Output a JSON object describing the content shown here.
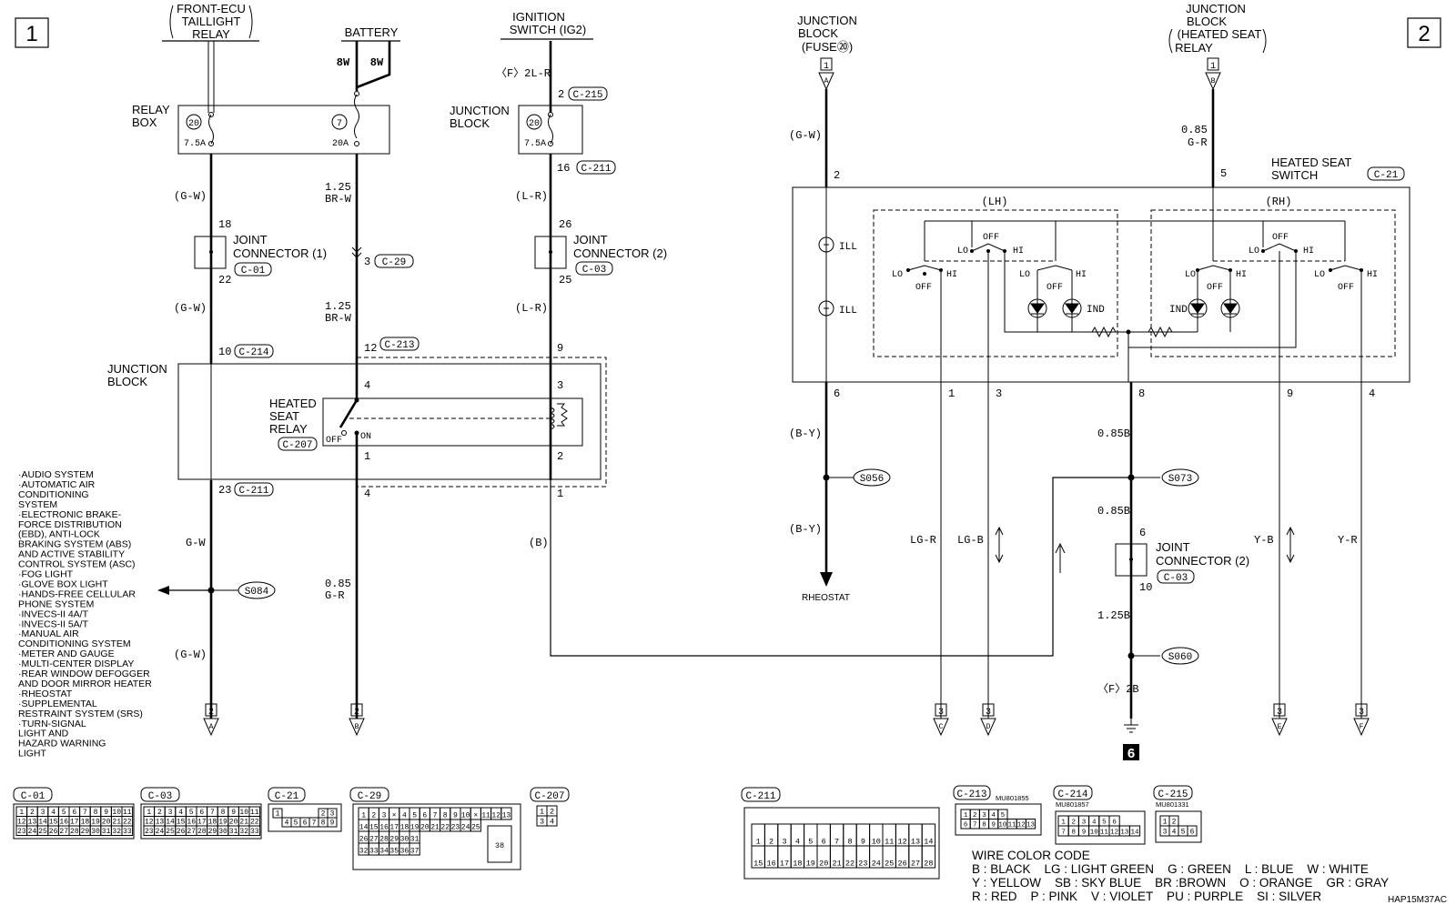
{
  "page": {
    "section_left": "1",
    "section_right": "2",
    "doc_code": "HAP15M37AC"
  },
  "left": {
    "front_ecu": [
      "FRONT-ECU",
      "TAILLIGHT",
      "RELAY"
    ],
    "battery": "BATTERY",
    "battery_wires": [
      "8W",
      "8W"
    ],
    "ignition": [
      "IGNITION",
      "SWITCH (IG2)"
    ],
    "f_2lr": "〈F〉2L-R",
    "relay_box": [
      "RELAY",
      "BOX"
    ],
    "fuse20": "20",
    "fuse20_amp": "7.5A",
    "fuse7": "7",
    "fuse7_amp": "20A",
    "jb_top": [
      "JUNCTION",
      "BLOCK"
    ],
    "jb_fuse": "20",
    "jb_fuse_amp": "7.5A",
    "pin2": "2",
    "c215": "C-215",
    "pin16": "16",
    "c211a": "C-211",
    "gw1": "(G-W)",
    "br_w_size": "1.25",
    "br_w": "BR-W",
    "lr1": "(L-R)",
    "jc1_label": [
      "JOINT",
      "CONNECTOR (1)"
    ],
    "c01": "C-01",
    "pin18": "18",
    "pin22": "22",
    "jc2_label": [
      "JOINT",
      "CONNECTOR (2)"
    ],
    "c03": "C-03",
    "pin26": "26",
    "pin25": "25",
    "pin3": "3",
    "c29": "C-29",
    "gw2": "(G-W)",
    "br_w2_size": "1.25",
    "br_w2": "BR-W",
    "lr2": "(L-R)",
    "pin10": "10",
    "c214": "C-214",
    "pin12": "12",
    "c213": "C-213",
    "pin9": "9",
    "jb_mid": [
      "JUNCTION",
      "BLOCK"
    ],
    "hsr": [
      "HEATED",
      "SEAT",
      "RELAY"
    ],
    "c207": "C-207",
    "pin4a": "4",
    "pin3b": "3",
    "pin1": "1",
    "pin2b": "2",
    "off": "OFF",
    "on": "ON",
    "pin23": "23",
    "c211b": "C-211",
    "pin4b": "4",
    "pin1b": "1",
    "b": "(B)",
    "gw3": "G-W",
    "gr_size": "0.85",
    "gr": "G-R",
    "s084": "S084",
    "gw4": "(G-W)",
    "arrowA": "2",
    "arrowA_l": "A",
    "arrowB": "2",
    "arrowB_l": "B",
    "systems": [
      "·AUDIO SYSTEM",
      "·AUTOMATIC AIR",
      "  CONDITIONING",
      "  SYSTEM",
      "·ELECTRONIC BRAKE-",
      "  FORCE DISTRIBUTION",
      "  (EBD), ANTI-LOCK",
      "  BRAKING SYSTEM (ABS)",
      "  AND ACTIVE STABILITY",
      "  CONTROL SYSTEM (ASC)",
      "·FOG LIGHT",
      "·GLOVE BOX LIGHT",
      "·HANDS-FREE CELLULAR",
      "  PHONE SYSTEM",
      "·INVECS-II 4A/T",
      "·INVECS-II 5A/T",
      "·MANUAL AIR",
      "  CONDITIONING SYSTEM",
      "·METER AND GAUGE",
      "·MULTI-CENTER DISPLAY",
      "·REAR WINDOW DEFOGGER",
      "  AND DOOR MIRROR HEATER",
      "·RHEOSTAT",
      "·SUPPLEMENTAL",
      "  RESTRAINT SYSTEM (SRS)",
      "·TURN-SIGNAL",
      "  LIGHT AND",
      "  HAZARD WARNING",
      "  LIGHT"
    ]
  },
  "right": {
    "jb_fuse": [
      "JUNCTION",
      "BLOCK",
      "(FUSE⑳)"
    ],
    "jb_hsr": [
      "JUNCTION",
      "BLOCK",
      "(HEATED SEAT",
      "RELAY"
    ],
    "arrow1": "1",
    "arrow1_l": "A",
    "arrow2": "1",
    "arrow2_l": "B",
    "gw": "(G-W)",
    "pin2": "2",
    "gr_size": "0.85",
    "gr": "G-R",
    "pin5": "5",
    "hss": [
      "HEATED SEAT",
      "SWITCH"
    ],
    "c21": "C-21",
    "lh": "(LH)",
    "rh": "(RH)",
    "ill": "ILL",
    "lo": "LO",
    "hi": "HI",
    "off": "OFF",
    "ind": "IND",
    "pins_bottom": [
      "6",
      "1",
      "3",
      "8",
      "9",
      "4"
    ],
    "by1": "(B-Y)",
    "s056": "S056",
    "by2": "(B-Y)",
    "rheostat": "RHEOSTAT",
    "size085b": "0.85B",
    "s073": "S073",
    "size085b2": "0.85B",
    "jc2": [
      "JOINT",
      "CONNECTOR (2)"
    ],
    "c03": "C-03",
    "pin6": "6",
    "pin10": "10",
    "size125b": "1.25B",
    "s060": "S060",
    "f2b": "〈F〉2B",
    "ground": "6",
    "lgr": "LG-R",
    "lgb": "LG-B",
    "yb": "Y-B",
    "yr": "Y-R",
    "arrows": [
      {
        "n": "3",
        "l": "C"
      },
      {
        "n": "3",
        "l": "D"
      },
      {
        "n": "3",
        "l": "E"
      },
      {
        "n": "3",
        "l": "F"
      }
    ]
  },
  "connectors": {
    "c01": {
      "label": "C-01",
      "rows": [
        [
          "1",
          "2",
          "3",
          "4",
          "5",
          "6",
          "7",
          "8",
          "9",
          "10",
          "11"
        ],
        [
          "12",
          "13",
          "14",
          "15",
          "16",
          "17",
          "18",
          "19",
          "20",
          "21",
          "22"
        ],
        [
          "23",
          "24",
          "25",
          "26",
          "27",
          "28",
          "29",
          "30",
          "31",
          "32",
          "33"
        ]
      ]
    },
    "c03": {
      "label": "C-03",
      "rows": [
        [
          "1",
          "2",
          "3",
          "4",
          "5",
          "6",
          "7",
          "8",
          "9",
          "10",
          "11"
        ],
        [
          "12",
          "13",
          "14",
          "15",
          "16",
          "17",
          "18",
          "19",
          "20",
          "21",
          "22"
        ],
        [
          "23",
          "24",
          "25",
          "26",
          "27",
          "28",
          "29",
          "30",
          "31",
          "32",
          "33"
        ]
      ]
    },
    "c21": {
      "label": "C-21",
      "rows": [
        [
          "1",
          "",
          "",
          "",
          "",
          "2",
          "3"
        ],
        [
          "",
          "4",
          "5",
          "6",
          "7",
          "8",
          "9"
        ]
      ]
    },
    "c29": {
      "label": "C-29",
      "rows": [
        [
          "1",
          "2",
          "3",
          "×",
          "4",
          "5",
          "6",
          "7",
          "8",
          "9",
          "10",
          "×",
          "11",
          "12",
          "13"
        ],
        [
          "14",
          "15",
          "16",
          "17",
          "18",
          "19",
          "20",
          "21",
          "22",
          "23",
          "24",
          "25"
        ],
        [
          "26",
          "27",
          "28",
          "29",
          "30",
          "31"
        ],
        [
          "32",
          "33",
          "34",
          "35",
          "36",
          "37"
        ]
      ],
      "big": "38"
    },
    "c207": {
      "label": "C-207",
      "rows": [
        [
          "1",
          "2"
        ],
        [
          "3",
          "4"
        ]
      ]
    },
    "c211": {
      "label": "C-211",
      "rows": [
        [
          "1",
          "2",
          "3",
          "4",
          "5",
          "6",
          "7",
          "8",
          "9",
          "10",
          "11",
          "12",
          "13",
          "14"
        ],
        [
          "15",
          "16",
          "17",
          "18",
          "19",
          "20",
          "21",
          "22",
          "23",
          "24",
          "25",
          "26",
          "27",
          "28"
        ]
      ]
    },
    "c213": {
      "label": "C-213",
      "part": "MU801855",
      "rows": [
        [
          "1",
          "2",
          "3",
          "4",
          "5"
        ],
        [
          "6",
          "7",
          "8",
          "9",
          "10",
          "11",
          "12",
          "13"
        ]
      ]
    },
    "c214": {
      "label": "C-214",
      "part": "MU801857",
      "rows": [
        [
          "1",
          "2",
          "3",
          "4",
          "5",
          "6"
        ],
        [
          "7",
          "8",
          "9",
          "10",
          "11",
          "12",
          "13",
          "14"
        ]
      ]
    },
    "c215": {
      "label": "C-215",
      "part": "MU801331",
      "rows": [
        [
          "1",
          "2"
        ],
        [
          "3",
          "4",
          "5",
          "6"
        ]
      ]
    }
  },
  "wire_color_code": {
    "title": "WIRE COLOR CODE",
    "lines": [
      "B : BLACK    LG : LIGHT GREEN    G : GREEN    L : BLUE    W : WHITE",
      "Y : YELLOW    SB : SKY BLUE    BR :BROWN    O : ORANGE    GR : GRAY",
      "R : RED    P : PINK    V : VIOLET    PU : PURPLE    SI : SILVER"
    ]
  }
}
